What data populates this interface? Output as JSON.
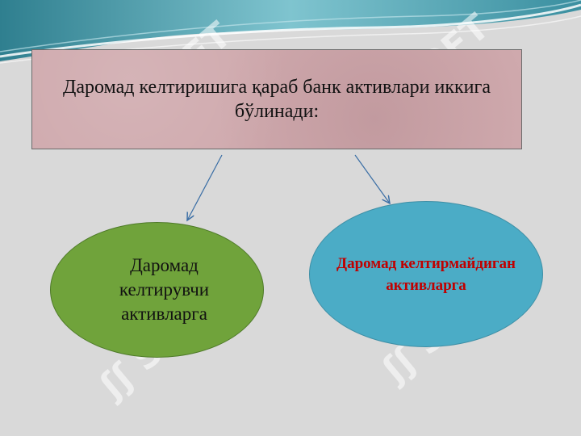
{
  "slide": {
    "title": "Даромад келтиришига қараб банк активлари иккига бўлинади:",
    "left_node": "Даромад келтирувчи активларга",
    "right_node": "Даромад келтирмайдиган активларга"
  },
  "colors": {
    "title_box": "#cfa9ad",
    "left_node": "#70a33b",
    "right_node": "#4bacc6",
    "right_node_text": "#c00000",
    "background": "#d9d9d9"
  }
}
